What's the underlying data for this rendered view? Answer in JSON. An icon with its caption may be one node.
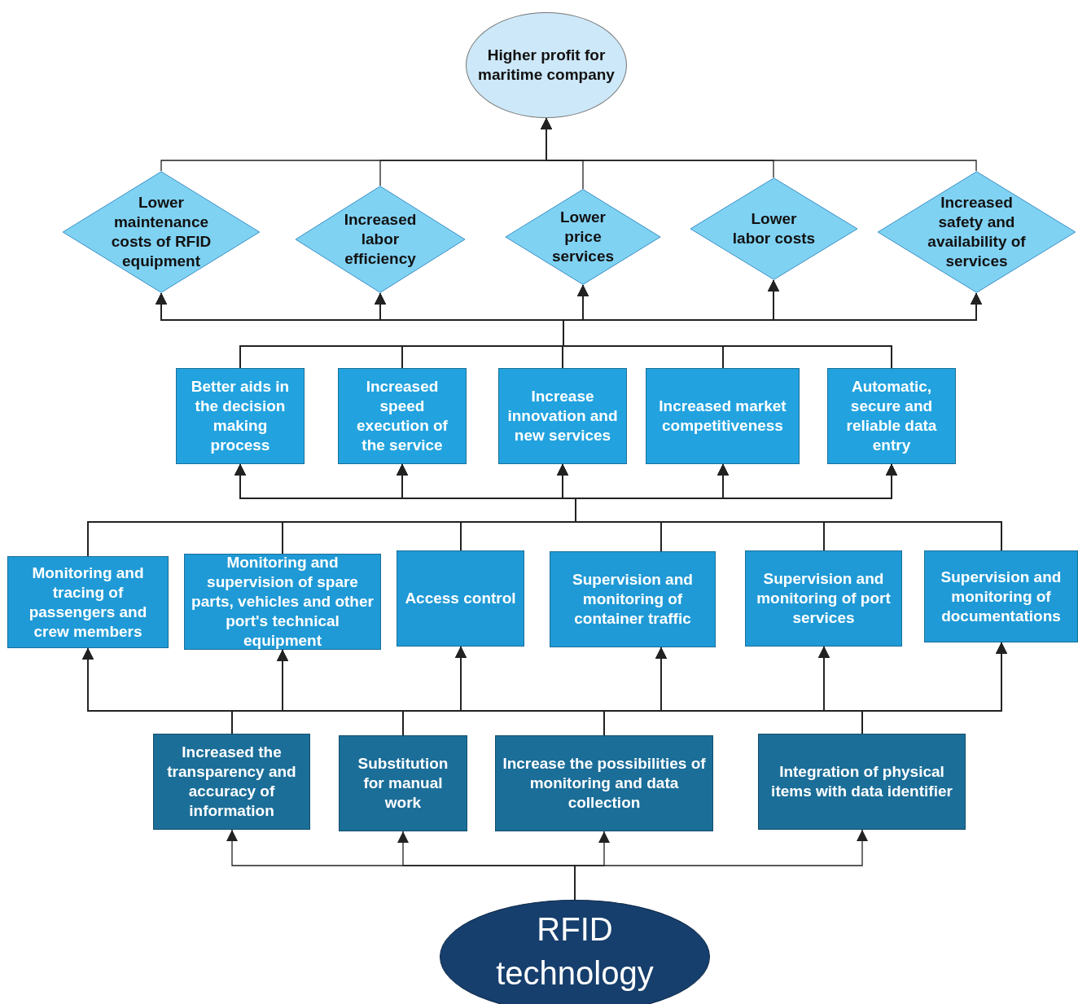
{
  "diagram": {
    "nodes": [
      {
        "text": [
          "Higher profit for maritime company"
        ]
      },
      {
        "text": [
          "Lower maintenance costs of RFID equipment"
        ]
      },
      {
        "text": [
          "Increased labor efficiency"
        ]
      },
      {
        "text": [
          "Lower price services"
        ]
      },
      {
        "text": [
          "Lower labor costs"
        ]
      },
      {
        "text": [
          "Increased safety and availability of services"
        ]
      },
      {
        "text": [
          "Better aids in the decision making process"
        ]
      },
      {
        "text": [
          "Increased speed execution of the service"
        ]
      },
      {
        "text": [
          "Increase innovation and new services"
        ]
      },
      {
        "text": [
          "Increased market competitiveness"
        ]
      },
      {
        "text": [
          "Automatic, secure and reliable data entry"
        ]
      },
      {
        "text": [
          "Monitoring and tracing of passengers and crew members"
        ]
      },
      {
        "text": [
          "Monitoring and supervision of spare parts, vehicles and other port's technical equipment"
        ]
      },
      {
        "text": [
          "Access control"
        ]
      },
      {
        "text": [
          "Supervision and monitoring of container traffic"
        ]
      },
      {
        "text": [
          "Supervision and monitoring of port services"
        ]
      },
      {
        "text": [
          "Supervision and monitoring of documentations"
        ]
      },
      {
        "text": [
          "Increased the transparency and accuracy of information"
        ]
      },
      {
        "text": [
          "Substitution for manual work"
        ]
      },
      {
        "text": [
          "Increase the possibilities of monitoring and data collection"
        ]
      },
      {
        "text": [
          "Integration of physical items with data identifier"
        ]
      },
      {
        "text": [
          "RFID technology"
        ]
      }
    ],
    "edges": [
      {
        "from": 21,
        "to": 17,
        "arrow": "to"
      },
      {
        "from": 21,
        "to": 18,
        "arrow": "to"
      },
      {
        "from": 21,
        "to": 19,
        "arrow": "to"
      },
      {
        "from": 21,
        "to": 20,
        "arrow": "to"
      },
      {
        "from": 17,
        "to": 11,
        "arrow": "to"
      },
      {
        "from": 17,
        "to": 12,
        "arrow": "to"
      },
      {
        "from": 17,
        "to": 13,
        "arrow": "to"
      },
      {
        "from": 17,
        "to": 14,
        "arrow": "to"
      },
      {
        "from": 17,
        "to": 15,
        "arrow": "to"
      },
      {
        "from": 17,
        "to": 16,
        "arrow": "to"
      },
      {
        "from": 18,
        "to": 11,
        "arrow": "to"
      },
      {
        "from": 18,
        "to": 12,
        "arrow": "to"
      },
      {
        "from": 18,
        "to": 13,
        "arrow": "to"
      },
      {
        "from": 18,
        "to": 14,
        "arrow": "to"
      },
      {
        "from": 18,
        "to": 15,
        "arrow": "to"
      },
      {
        "from": 18,
        "to": 16,
        "arrow": "to"
      },
      {
        "from": 19,
        "to": 11,
        "arrow": "to"
      },
      {
        "from": 19,
        "to": 12,
        "arrow": "to"
      },
      {
        "from": 19,
        "to": 13,
        "arrow": "to"
      },
      {
        "from": 19,
        "to": 14,
        "arrow": "to"
      },
      {
        "from": 19,
        "to": 15,
        "arrow": "to"
      },
      {
        "from": 19,
        "to": 16,
        "arrow": "to"
      },
      {
        "from": 20,
        "to": 11,
        "arrow": "to"
      },
      {
        "from": 20,
        "to": 12,
        "arrow": "to"
      },
      {
        "from": 20,
        "to": 13,
        "arrow": "to"
      },
      {
        "from": 20,
        "to": 14,
        "arrow": "to"
      },
      {
        "from": 20,
        "to": 15,
        "arrow": "to"
      },
      {
        "from": 20,
        "to": 16,
        "arrow": "to"
      },
      {
        "from": 11,
        "to": 6,
        "arrow": "to"
      },
      {
        "from": 11,
        "to": 7,
        "arrow": "to"
      },
      {
        "from": 11,
        "to": 8,
        "arrow": "to"
      },
      {
        "from": 11,
        "to": 9,
        "arrow": "to"
      },
      {
        "from": 11,
        "to": 10,
        "arrow": "to"
      },
      {
        "from": 12,
        "to": 6,
        "arrow": "to"
      },
      {
        "from": 12,
        "to": 7,
        "arrow": "to"
      },
      {
        "from": 12,
        "to": 8,
        "arrow": "to"
      },
      {
        "from": 12,
        "to": 9,
        "arrow": "to"
      },
      {
        "from": 12,
        "to": 10,
        "arrow": "to"
      },
      {
        "from": 13,
        "to": 6,
        "arrow": "to"
      },
      {
        "from": 13,
        "to": 7,
        "arrow": "to"
      },
      {
        "from": 13,
        "to": 8,
        "arrow": "to"
      },
      {
        "from": 13,
        "to": 9,
        "arrow": "to"
      },
      {
        "from": 13,
        "to": 10,
        "arrow": "to"
      },
      {
        "from": 14,
        "to": 6,
        "arrow": "to"
      },
      {
        "from": 14,
        "to": 7,
        "arrow": "to"
      },
      {
        "from": 14,
        "to": 8,
        "arrow": "to"
      },
      {
        "from": 14,
        "to": 9,
        "arrow": "to"
      },
      {
        "from": 14,
        "to": 10,
        "arrow": "to"
      },
      {
        "from": 15,
        "to": 6,
        "arrow": "to"
      },
      {
        "from": 15,
        "to": 7,
        "arrow": "to"
      },
      {
        "from": 15,
        "to": 8,
        "arrow": "to"
      },
      {
        "from": 15,
        "to": 9,
        "arrow": "to"
      },
      {
        "from": 15,
        "to": 10,
        "arrow": "to"
      },
      {
        "from": 16,
        "to": 6,
        "arrow": "to"
      },
      {
        "from": 16,
        "to": 7,
        "arrow": "to"
      },
      {
        "from": 16,
        "to": 8,
        "arrow": "to"
      },
      {
        "from": 16,
        "to": 9,
        "arrow": "to"
      },
      {
        "from": 16,
        "to": 10,
        "arrow": "to"
      },
      {
        "from": 6,
        "to": 1,
        "arrow": "to"
      },
      {
        "from": 6,
        "to": 2,
        "arrow": "to"
      },
      {
        "from": 6,
        "to": 3,
        "arrow": "to"
      },
      {
        "from": 6,
        "to": 4,
        "arrow": "to"
      },
      {
        "from": 6,
        "to": 5,
        "arrow": "to"
      },
      {
        "from": 7,
        "to": 1,
        "arrow": "to"
      },
      {
        "from": 7,
        "to": 2,
        "arrow": "to"
      },
      {
        "from": 7,
        "to": 3,
        "arrow": "to"
      },
      {
        "from": 7,
        "to": 4,
        "arrow": "to"
      },
      {
        "from": 7,
        "to": 5,
        "arrow": "to"
      },
      {
        "from": 8,
        "to": 1,
        "arrow": "to"
      },
      {
        "from": 8,
        "to": 2,
        "arrow": "to"
      },
      {
        "from": 8,
        "to": 3,
        "arrow": "to"
      },
      {
        "from": 8,
        "to": 4,
        "arrow": "to"
      },
      {
        "from": 8,
        "to": 5,
        "arrow": "to"
      },
      {
        "from": 9,
        "to": 1,
        "arrow": "to"
      },
      {
        "from": 9,
        "to": 2,
        "arrow": "to"
      },
      {
        "from": 9,
        "to": 3,
        "arrow": "to"
      },
      {
        "from": 9,
        "to": 4,
        "arrow": "to"
      },
      {
        "from": 9,
        "to": 5,
        "arrow": "to"
      },
      {
        "from": 10,
        "to": 1,
        "arrow": "to"
      },
      {
        "from": 10,
        "to": 2,
        "arrow": "to"
      },
      {
        "from": 10,
        "to": 3,
        "arrow": "to"
      },
      {
        "from": 10,
        "to": 4,
        "arrow": "to"
      },
      {
        "from": 10,
        "to": 5,
        "arrow": "to"
      },
      {
        "from": 1,
        "to": 0,
        "arrow": "to"
      },
      {
        "from": 2,
        "to": 0,
        "arrow": "to"
      },
      {
        "from": 3,
        "to": 0,
        "arrow": "to"
      },
      {
        "from": 4,
        "to": 0,
        "arrow": "to"
      },
      {
        "from": 5,
        "to": 0,
        "arrow": "to"
      }
    ]
  }
}
